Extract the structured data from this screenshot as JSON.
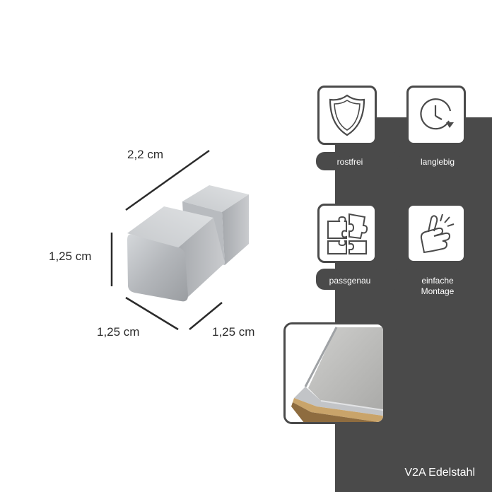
{
  "dimensions": {
    "length": "2,2 cm",
    "height": "1,25 cm",
    "width_left": "1,25 cm",
    "width_right": "1,25 cm"
  },
  "features": [
    {
      "icon": "shield-icon",
      "label": "rostfrei"
    },
    {
      "icon": "clock-icon",
      "label": "langlebig"
    },
    {
      "icon": "puzzle-icon",
      "label": "passgenau"
    },
    {
      "icon": "snap-fingers-icon",
      "label_line1": "einfache",
      "label_line2": "Montage"
    }
  ],
  "material": "V2A Edelstahl",
  "colors": {
    "panel": "#4a4a4a",
    "steel": "#b9bcc0"
  }
}
